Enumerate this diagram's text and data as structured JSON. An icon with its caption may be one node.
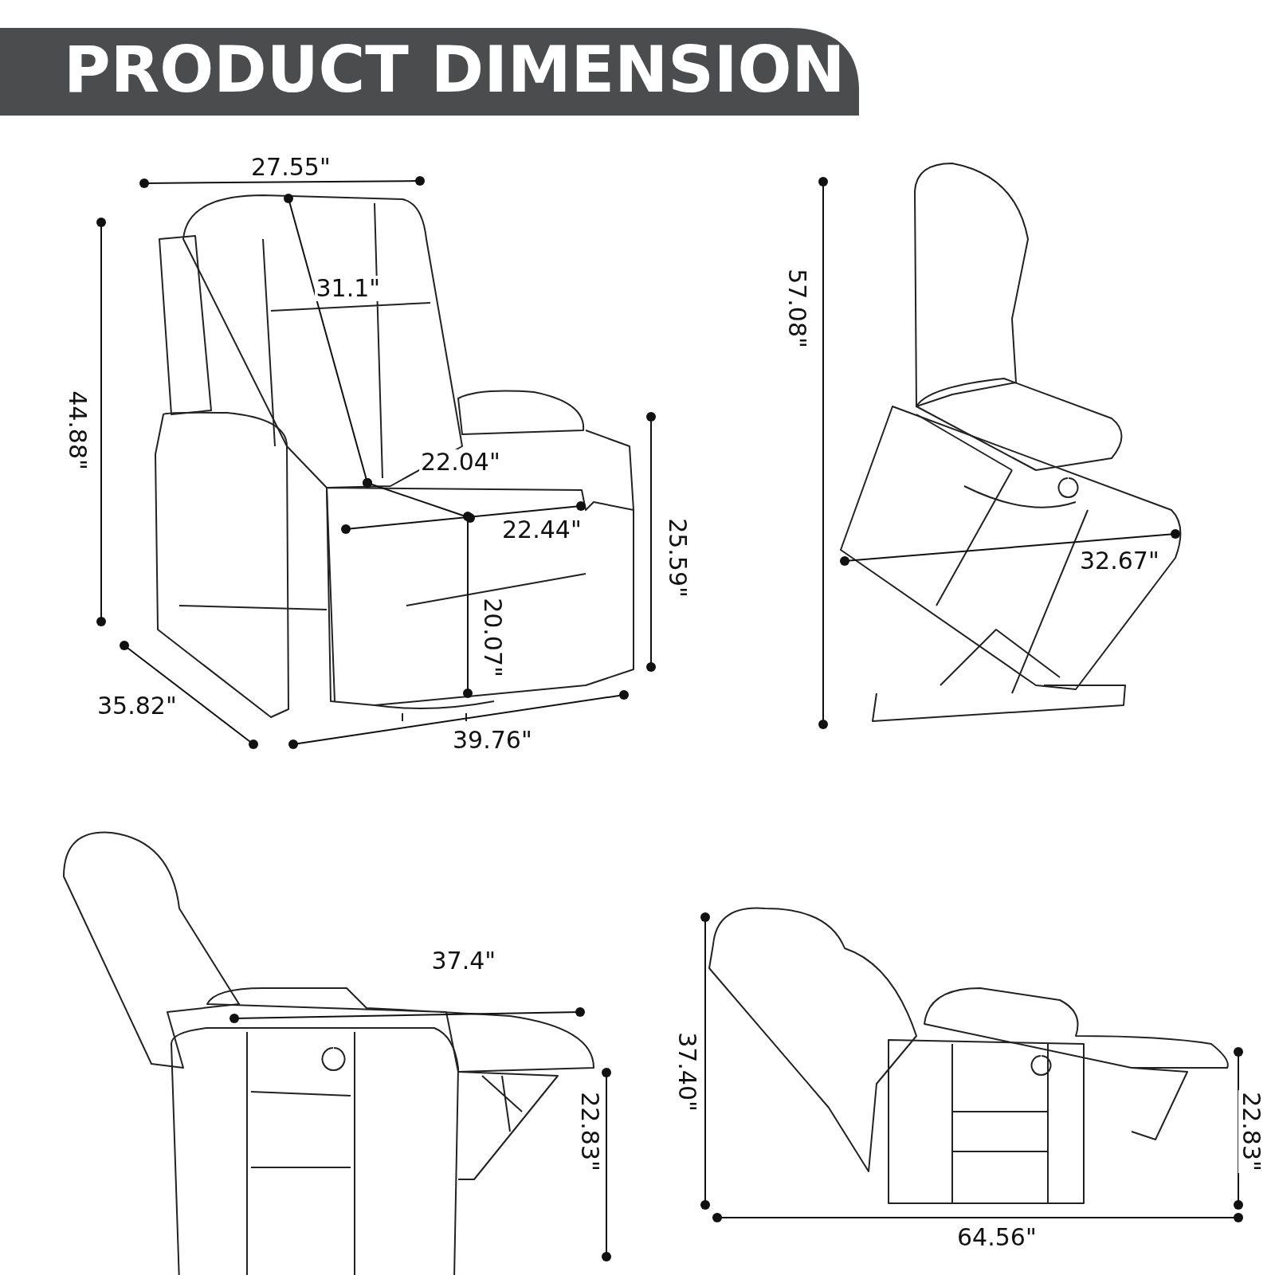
{
  "diagram": {
    "title": "PRODUCT DIMENSION",
    "labels": [
      "27.55\"",
      "31.1\"",
      "44.88\"",
      "22.04\"",
      "22.44\"",
      "25.59\"",
      "20.07\"",
      "35.82\"",
      "39.76\"",
      "57.08\"",
      "32.67\"",
      "37.4\"",
      "22.83\"",
      "37.40\"",
      "22.83\"",
      "64.56\""
    ]
  }
}
